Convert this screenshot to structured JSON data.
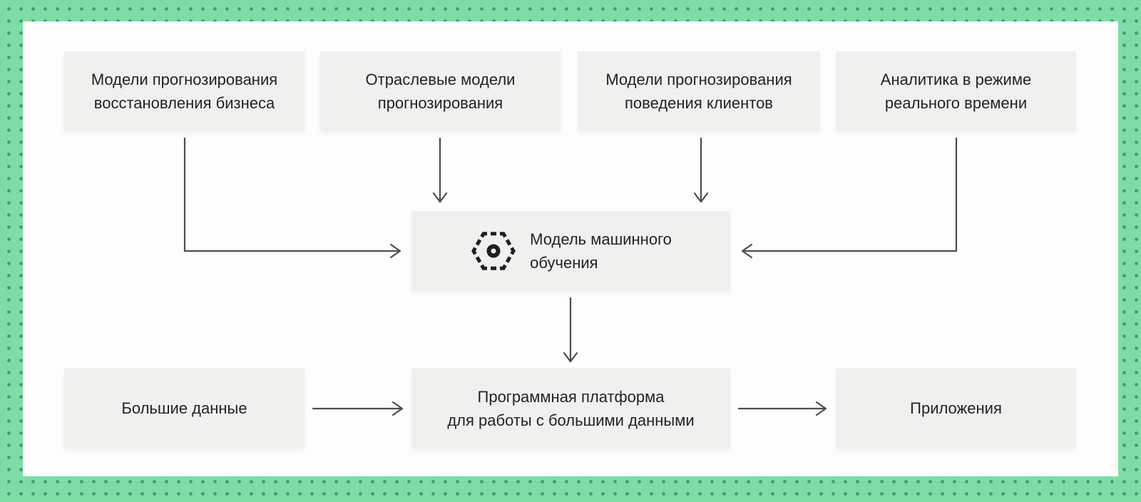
{
  "colors": {
    "frame_green": "#7edda7",
    "frame_dot_green": "#459a6b",
    "canvas_white": "#fdfdfd",
    "box_gray": "#f0f0ef",
    "text": "#232323",
    "arrow_gray": "#4d4d4d",
    "icon_black": "#1f1f1f"
  },
  "boxes": {
    "top": [
      {
        "id": "business-recovery-models",
        "text": "Модели прогнозирования восстановления бизнеса",
        "lines": [
          "Модели прогнозирования",
          "восстановления бизнеса"
        ]
      },
      {
        "id": "industry-forecast-models",
        "text": "Отраслевые модели прогнозирования",
        "lines": [
          "Отраслевые модели",
          "прогнозирования"
        ]
      },
      {
        "id": "customer-behavior-models",
        "text": "Модели прогнозирования поведения клиентов",
        "lines": [
          "Модели прогнозирования",
          "поведения клиентов"
        ]
      },
      {
        "id": "realtime-analytics",
        "text": "Аналитика в режиме реального времени",
        "lines": [
          "Аналитика в режиме",
          "реального времени"
        ]
      }
    ],
    "center": {
      "id": "ml-model",
      "icon": "machine-learning-hexagon-gear-icon",
      "text": "Модель машинного обучения",
      "lines": [
        "Модель машинного",
        "обучения"
      ]
    },
    "bottom": [
      {
        "id": "big-data",
        "text": "Большие данные",
        "lines": [
          "Большие данные"
        ]
      },
      {
        "id": "big-data-platform",
        "text": "Программная платформа для работы с большими данными",
        "lines": [
          "Программная платформа",
          "для работы с большими данными"
        ]
      },
      {
        "id": "applications",
        "text": "Приложения",
        "lines": [
          "Приложения"
        ]
      }
    ]
  },
  "arrows": [
    {
      "from": "business-recovery-models",
      "to": "ml-model"
    },
    {
      "from": "industry-forecast-models",
      "to": "ml-model"
    },
    {
      "from": "customer-behavior-models",
      "to": "ml-model"
    },
    {
      "from": "realtime-analytics",
      "to": "ml-model"
    },
    {
      "from": "ml-model",
      "to": "big-data-platform"
    },
    {
      "from": "big-data",
      "to": "big-data-platform"
    },
    {
      "from": "big-data-platform",
      "to": "applications"
    }
  ]
}
